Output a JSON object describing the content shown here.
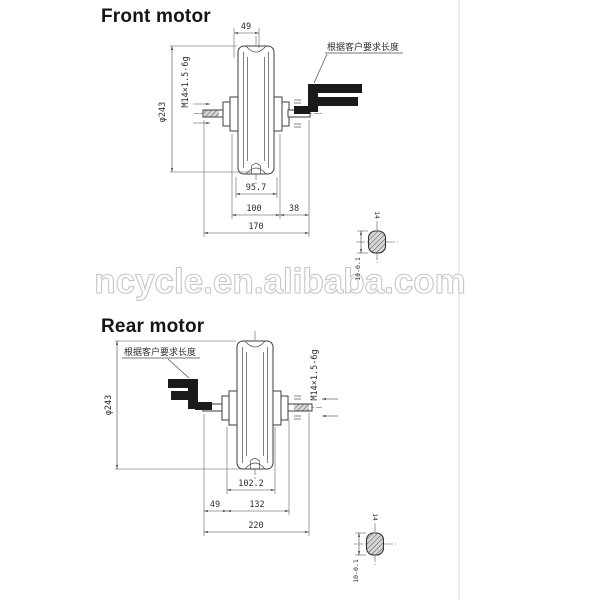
{
  "page": {
    "watermark": "ncycle.en.alibaba.com"
  },
  "front": {
    "title": "Front motor",
    "cable_note": "根据客户要求长度",
    "dims": {
      "rim_width_top": "49",
      "axle_thread": "M14×1.5-6g",
      "hub_diameter": "φ243",
      "flange_spacing": "95.7",
      "body_width": "100",
      "axle_stub": "38",
      "overall_width": "170"
    },
    "axle_section": {
      "height": "14",
      "across_flats": "10-0.1"
    }
  },
  "rear": {
    "title": "Rear motor",
    "cable_note": "根据客户要求长度",
    "dims": {
      "axle_thread": "M14×1.5-6g",
      "hub_diameter": "φ243",
      "flange_spacing": "102.2",
      "axle_stub": "49",
      "body_width": "132",
      "overall_width": "220"
    },
    "axle_section": {
      "height": "14",
      "across_flats": "10-0.1"
    }
  }
}
